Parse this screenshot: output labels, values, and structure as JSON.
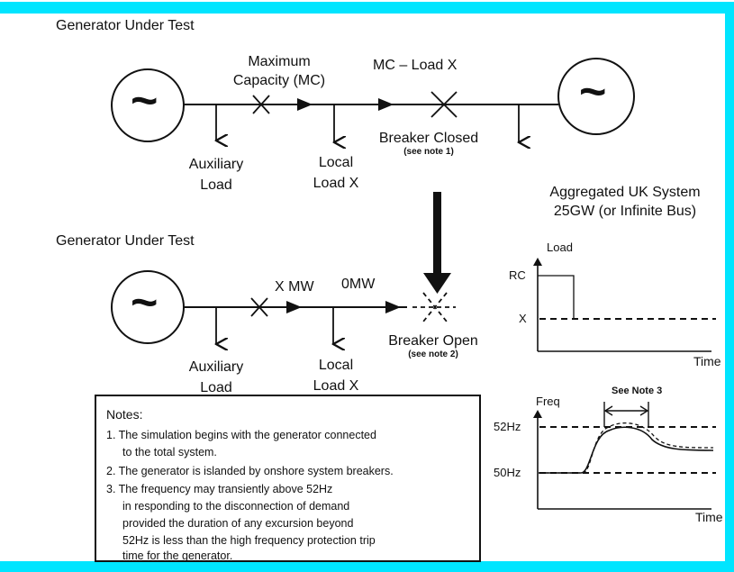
{
  "top": {
    "title": "Generator Under Test",
    "mc_line1": "Maximum",
    "mc_line2": "Capacity (MC)",
    "mc_load": "MC – Load X",
    "aux_line1": "Auxiliary",
    "aux_line2": "Load",
    "local_line1": "Local",
    "local_line2": "Load X",
    "breaker": "Breaker Closed",
    "breaker_note": "(see note 1)"
  },
  "system": {
    "line1": "Aggregated UK System",
    "line2": "25GW (or Infinite Bus)"
  },
  "bottom": {
    "title": "Generator Under Test",
    "xmw": "X MW",
    "zeromw": "0MW",
    "aux_line1": "Auxiliary",
    "aux_line2": "Load",
    "local_line1": "Local",
    "local_line2": "Load X",
    "breaker": "Breaker Open",
    "breaker_note": "(see note 2)"
  },
  "tilde": "~",
  "load_chart": {
    "ylabel": "Load",
    "xlabel": "Time",
    "level_rc": "RC",
    "level_x": "X"
  },
  "freq_chart": {
    "ylabel": "Freq",
    "xlabel": "Time",
    "level_52": "52Hz",
    "level_50": "50Hz",
    "annotation": "See Note 3"
  },
  "notes": {
    "heading": "Notes:",
    "lines": [
      "1.  The simulation begins with the generator connected",
      "to the total system.",
      "2. The generator is islanded by onshore system breakers.",
      "3. The frequency may transiently above 52Hz",
      "in responding to the disconnection of demand",
      "provided the duration of any excursion beyond",
      "52Hz is less than the high frequency protection trip",
      "time for the generator."
    ]
  },
  "colors": {
    "border": "#00e5ff",
    "ink": "#111111"
  }
}
